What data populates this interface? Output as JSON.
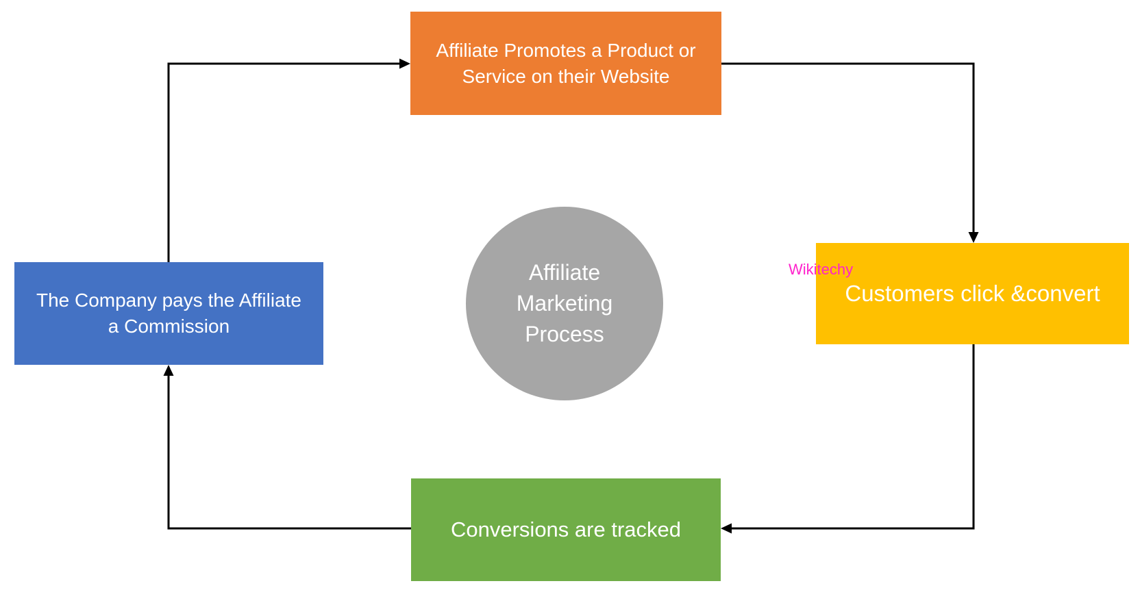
{
  "diagram": {
    "background": "#FFFFFF",
    "arrow_color": "#000000",
    "center": {
      "bg": "#A6A6A6",
      "text_color": "#FFFFFF",
      "lines": [
        "Affiliate",
        "Marketing",
        "Process"
      ]
    },
    "nodes": {
      "top": {
        "bg": "#ED7D31",
        "lines": [
          "Affiliate Promotes a Product or",
          "Service on their Website"
        ]
      },
      "right": {
        "bg": "#FFC000",
        "lines": [
          "Customers click &convert"
        ]
      },
      "bottom": {
        "bg": "#70AD47",
        "lines": [
          "Conversions are tracked"
        ]
      },
      "left": {
        "bg": "#4472C4",
        "lines": [
          "The Company pays the Affiliate",
          "a Commission"
        ]
      }
    },
    "watermark": {
      "text": "Wikitechy",
      "color": "#FF22CC"
    }
  }
}
